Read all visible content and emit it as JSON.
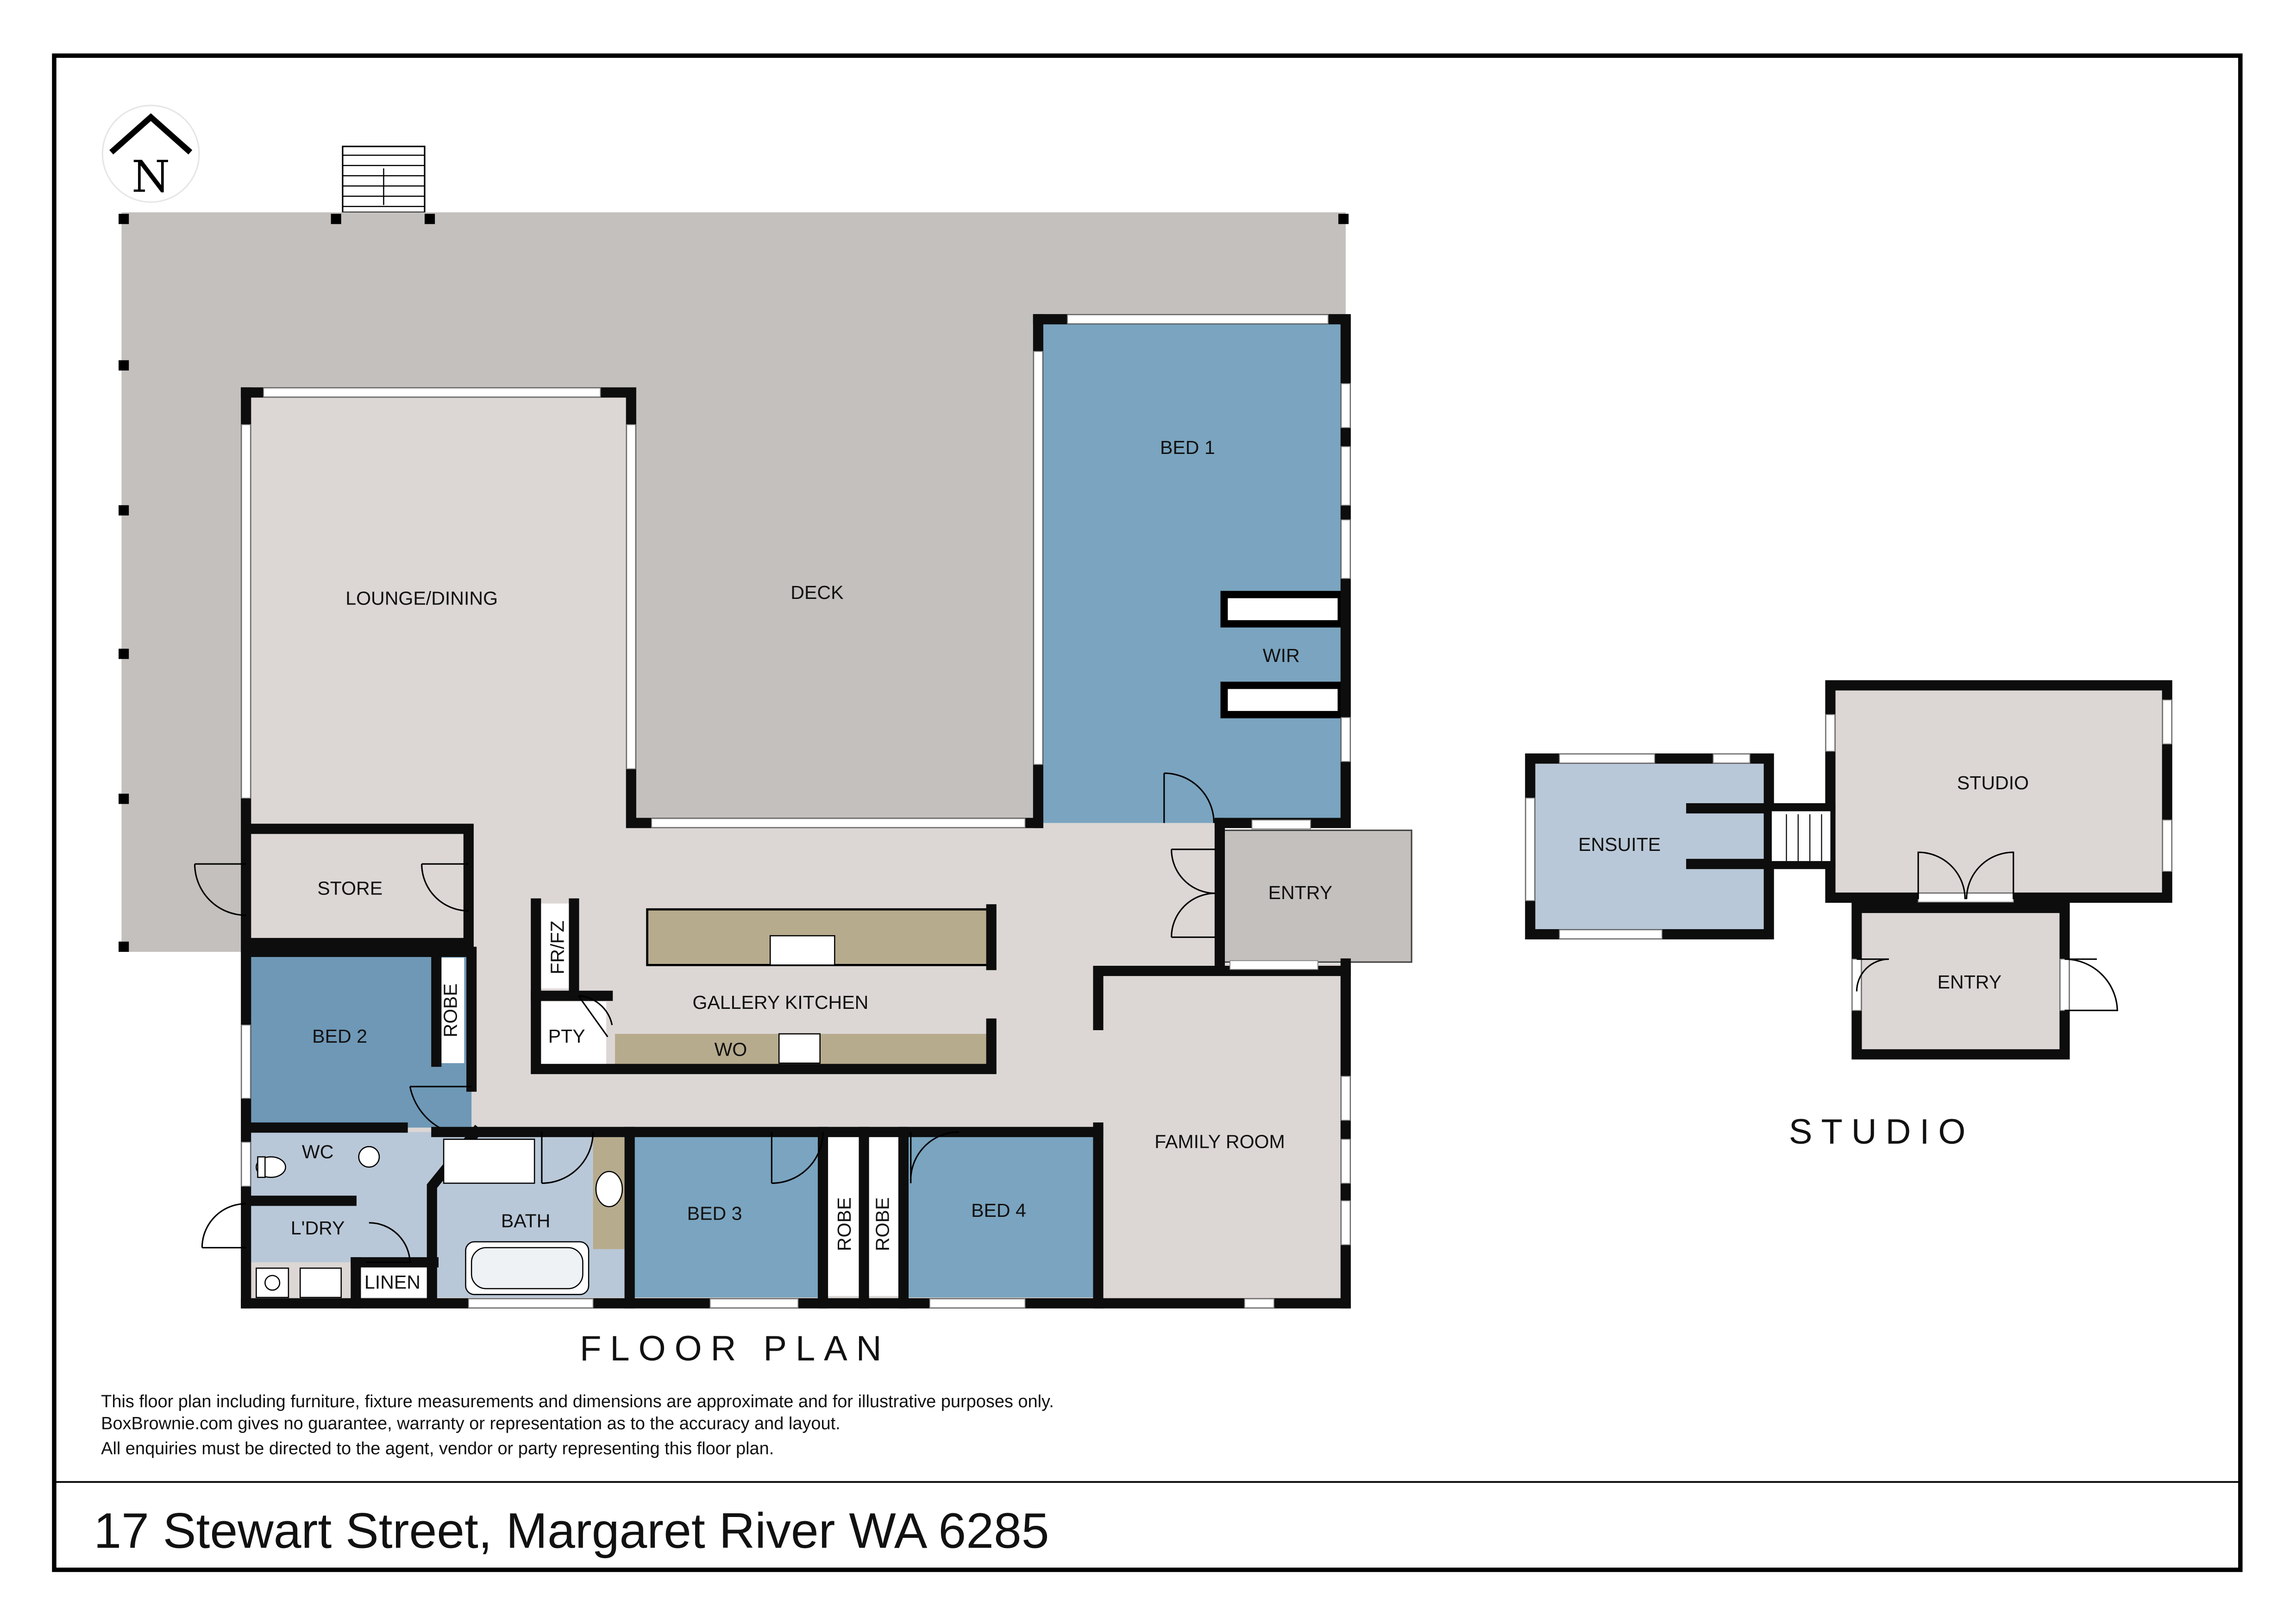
{
  "north": {
    "letter": "N"
  },
  "rooms": {
    "bed1": "BED 1",
    "wir": "WIR",
    "deck": "DECK",
    "lounge": "LOUNGE/DINING",
    "store": "STORE",
    "entry_main": "ENTRY",
    "frfz": "FR/FZ",
    "kitchen": "GALLERY KITCHEN",
    "pty": "PTY",
    "wo": "WO",
    "bed2": "BED 2",
    "robe_bed2": "ROBE",
    "wc": "WC",
    "ldry": "L'DRY",
    "linen": "LINEN",
    "bath": "BATH",
    "bed3": "BED 3",
    "robe_bed3": "ROBE",
    "robe_bed4": "ROBE",
    "bed4": "BED 4",
    "family": "FAMILY ROOM",
    "ensuite": "ENSUITE",
    "studio": "STUDIO",
    "entry_studio": "ENTRY"
  },
  "captions": {
    "floor_plan": "FLOOR PLAN",
    "studio": "STUDIO"
  },
  "disclaimer": [
    "This floor plan including furniture, fixture measurements and dimensions are approximate and for illustrative purposes only.",
    "BoxBrownie.com gives no guarantee, warranty or representation as to the accuracy and layout.",
    "All enquiries must be directed to the agent, vendor or party representing this floor plan."
  ],
  "address": "17 Stewart Street, Margaret River WA 6285",
  "colors": {
    "deck": "#c3c0bd",
    "living": "#dcd7d5",
    "bedroom": "#7aa4bf",
    "bedroom_dark": "#6e98b6",
    "wet": "#b9c8d8",
    "entry": "#c3c0bd",
    "bench": "#b7ab8e",
    "wall": "#0d0d0d"
  }
}
